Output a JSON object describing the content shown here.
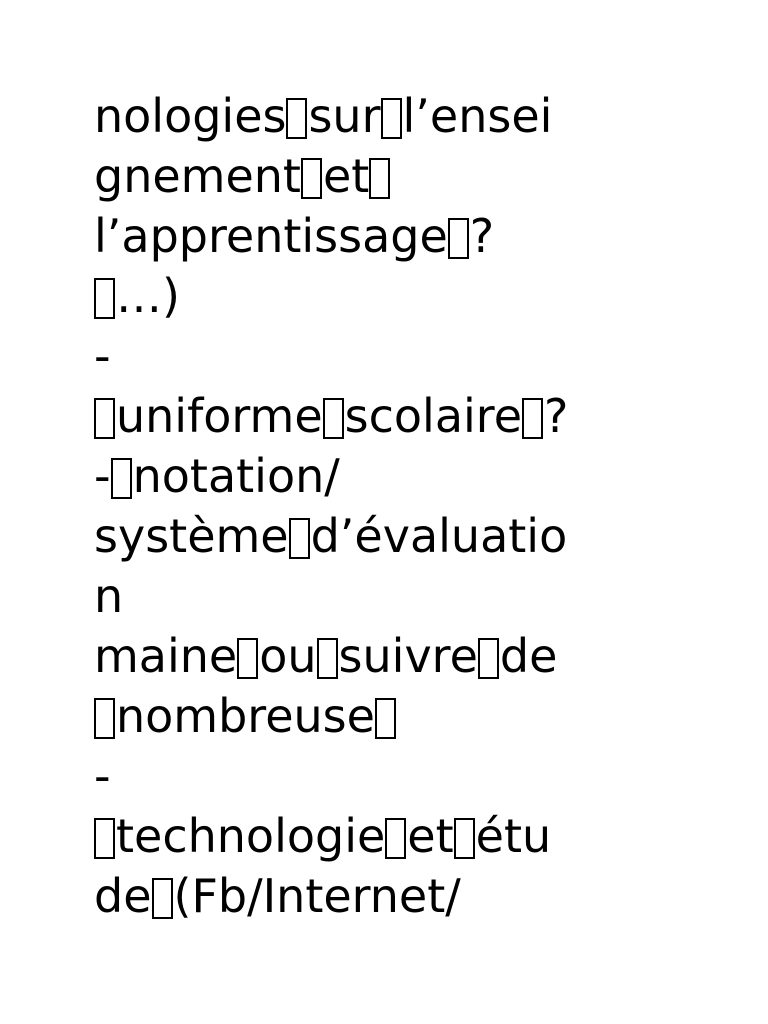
{
  "document": {
    "page_background": "#ffffff",
    "text_color": "#000000",
    "language": "fr",
    "lines": [
      {
        "id": "line-1",
        "text": "nologies□sur□l’ensei",
        "segments": [
          "nologies",
          "TOFU",
          "sur",
          "TOFU",
          "l’ensei"
        ]
      },
      {
        "id": "line-2",
        "text": "gnement□et□",
        "segments": [
          "gnement",
          "TOFU",
          "et",
          "TOFU"
        ]
      },
      {
        "id": "line-3",
        "text": "l’apprentissage□?",
        "segments": [
          "l’apprentissage",
          "TOFU",
          "?"
        ]
      },
      {
        "id": "line-4",
        "text": "□…)",
        "segments": [
          "TOFU",
          "…)"
        ]
      },
      {
        "id": "line-5",
        "text": "-",
        "segments": [
          "-"
        ]
      },
      {
        "id": "line-6",
        "text": "□uniforme□scolaire□?",
        "segments": [
          "TOFU",
          "uniforme",
          "TOFU",
          "scolaire",
          "TOFU",
          "?"
        ]
      },
      {
        "id": "line-7",
        "text": "-□notation/",
        "segments": [
          "-",
          "TOFU",
          "notation/"
        ]
      },
      {
        "id": "line-8",
        "text": "système□d’évaluatio",
        "segments": [
          "système",
          "TOFU",
          "d’évaluatio"
        ]
      },
      {
        "id": "line-9",
        "text": "n",
        "segments": [
          "n"
        ]
      },
      {
        "id": "line-10",
        "text": "maine□ou□suivre□de",
        "segments": [
          "maine",
          "TOFU",
          "ou",
          "TOFU",
          "suivre",
          "TOFU",
          "de"
        ]
      },
      {
        "id": "line-11",
        "text": "□nombreuse□",
        "segments": [
          "TOFU",
          "nombreuse",
          "TOFU"
        ]
      },
      {
        "id": "line-12",
        "text": "-",
        "segments": [
          "-"
        ]
      },
      {
        "id": "line-13",
        "text": "□technologie□et□étu",
        "segments": [
          "TOFU",
          "technologie",
          "TOFU",
          "et",
          "TOFU",
          "étu"
        ]
      },
      {
        "id": "line-14",
        "text": "de□(Fb/Internet/",
        "segments": [
          "de",
          "TOFU",
          "(Fb/Internet/"
        ]
      }
    ]
  }
}
